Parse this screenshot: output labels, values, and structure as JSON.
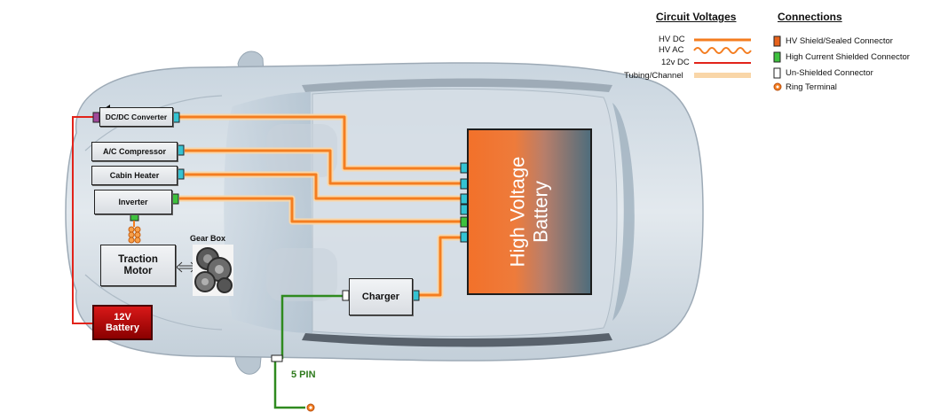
{
  "components": {
    "dcdc": "DC/DC Converter",
    "ac_compressor": "A/C Compressor",
    "cabin_heater": "Cabin Heater",
    "inverter": "Inverter",
    "traction_motor_line1": "Traction",
    "traction_motor_line2": "Motor",
    "gear_box": "Gear Box",
    "battery_12v_line1": "12V",
    "battery_12v_line2": "Battery",
    "high_voltage_battery_line1": "High Voltage",
    "high_voltage_battery_line2": "Battery",
    "charger": "Charger",
    "pin_label": "5 PIN"
  },
  "legend": {
    "circuit_voltages_title": "Circuit Voltages",
    "hv_dc": "HV DC",
    "hv_ac": "HV AC",
    "v12_dc": "12v DC",
    "tubing": "Tubing/Channel",
    "connections_title": "Connections",
    "hv_shield": "HV Shield/Sealed Connector",
    "high_current": "High Current Shielded Connector",
    "unshielded": "Un-Shielded Connector",
    "ring_terminal": "Ring Terminal"
  },
  "colors": {
    "hv_dc": "#f47d20",
    "hv_ac": "#f47d20",
    "v12_dc": "#e2231a",
    "tubing": "#f9d6a8",
    "hv_shield": "#e8631c",
    "high_current": "#3ec13e",
    "unshielded": "#ffffff",
    "pin_wire": "#2f8a1f"
  }
}
